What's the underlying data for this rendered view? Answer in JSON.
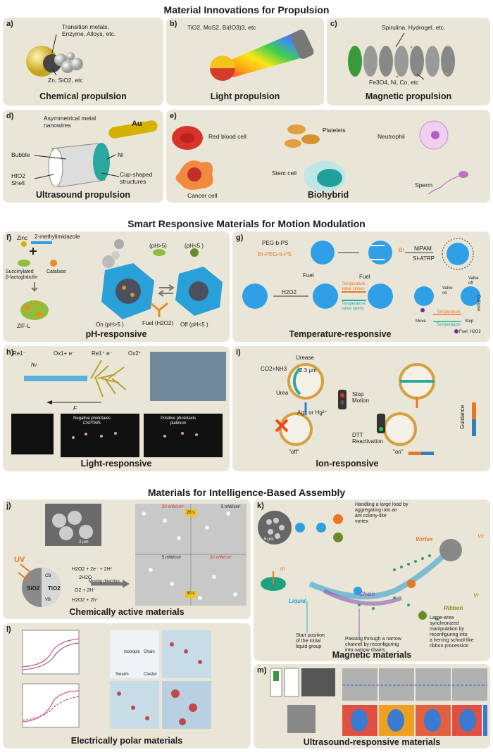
{
  "sections": {
    "propulsion": "Material Innovations for Propulsion",
    "smart": "Smart Responsive Materials for Motion Modulation",
    "assembly": "Materials for Intelligence-Based Assembly"
  },
  "panel_a": {
    "label": "a)",
    "caption": "Chemical propulsion",
    "top_text": "Transition metals,\nEnzyme, Alloys, etc.",
    "bottom_text": "Zn, SiO2, etc"
  },
  "panel_b": {
    "label": "b)",
    "caption": "Light propulsion",
    "top_text": "TiO2, MoS2, Bi(IO3)3, etc"
  },
  "panel_c": {
    "label": "c)",
    "caption": "Magnetic propulsion",
    "top_text": "Spirulina, Hydrogel, etc.",
    "bottom_text": "Fe3O4, Ni, Co, etc"
  },
  "panel_d": {
    "label": "d)",
    "caption": "Ultrasound propulsion",
    "wires": "Asymmetrical metal\nnanowires",
    "au": "Au",
    "bubble": "Bubble",
    "ni": "Ni",
    "hfo2": "HfO2\nShell",
    "cup": "Cup-shaped\nstructures"
  },
  "panel_e": {
    "label": "e)",
    "caption": "Biohybrid",
    "rbc": "Red blood cell",
    "platelets": "Platelets",
    "neutrophil": "Neutrophil",
    "cancer": "Cancer cell",
    "stem": "Stem cell",
    "sperm": "Sperm"
  },
  "panel_f": {
    "label": "f)",
    "caption": "pH-responsive",
    "zinc": "Zinc",
    "mim": "2-methylimidazole",
    "sbl": "Succinylated\nβ-lactoglobulin",
    "catalase": "Catalase",
    "zif": "ZIF-L",
    "ph_hi": "(pH>5)",
    "ph_lo": "(pH<5 )",
    "on": "On (pH>5 )",
    "off": "Off (pH<5 )",
    "fuel": "Fuel (H2O2)"
  },
  "panel_g": {
    "label": "g)",
    "caption": "Temperature-responsive",
    "pegbps": "PEG-b-PS",
    "brpeg": "Br-PEG-b-PS",
    "br": "Br",
    "nipam": "NIPAM",
    "siatrp": "SI-ATRP",
    "fuel": "Fuel",
    "h2o2": "H2O2",
    "closes": "Temperature\nvalve closes",
    "opens": "Temperature\nvalve opens",
    "von": "Valve\non",
    "voff": "Valve\noff",
    "collapse": "Collapse",
    "move": "Move",
    "stop": "Stop",
    "temperature": "Temperature",
    "fuel_h2o2": "Fuel: H2O2"
  },
  "panel_h": {
    "label": "h)",
    "caption": "Light-responsive",
    "re1m": "Re1⁻",
    "ox1": "Ox1+ e⁻",
    "re1p": "Re1⁺ e⁻",
    "ox2": "Ox2⁺",
    "hv": "hv",
    "f": "F",
    "neg": "Negative phototaxis\nCSPTMS",
    "pos": "Positive phototaxis\nplatinum"
  },
  "panel_i": {
    "label": "i)",
    "caption": "Ion-responsive",
    "urease": "Urease",
    "co2": "CO2+NH3",
    "urea": "Urea",
    "size": "2.3 μm",
    "stop": "Stop\nMotion",
    "ag": "Ag⁺ or Hg²⁺",
    "dtt": "DTT\nReactivation",
    "off": "\"off\"",
    "on": "\"on\"",
    "guidance": "Guidance"
  },
  "panel_j": {
    "label": "j)",
    "caption": "Chemically active materials",
    "uv": "UV",
    "sio2": "SiO2",
    "tio2": "TiO2",
    "cb": "CB",
    "vb": "VB",
    "r1": "H2O2 + 2e⁻ + 2H⁺",
    "r2": "2H2O",
    "r3": "O2 + 2H⁺",
    "r4": "H2O2 + 2h⁺",
    "moving": "Moving direction",
    "scale": "2 μm",
    "i1": "30 mW/cm²",
    "i2": "5 mW/cm²",
    "i3": "5 mW/cm²",
    "i4": "30 mW/cm²",
    "t1": "28 s",
    "t2": "30 s"
  },
  "panel_k": {
    "label": "k)",
    "caption": "Magnetic materials",
    "load": "Handling a large load by\naggregating into an\nant colony-like\nvortex",
    "vortex": "Vortex",
    "chain": "Chain",
    "liquid": "Liquid",
    "ribbon": "Ribbon",
    "start": "Start position\nof the initial\nliquid group",
    "passing": "Passing through a narrow\nchannel by reconfiguring\ninto narrow chains",
    "large": "Large-area\nsynchronized\nmanipulation by\nreconfiguring into\na herring school-like\nribbon procession",
    "m": "m",
    "vc": "Vc",
    "vr": "Vr"
  },
  "panel_l": {
    "label": "l)",
    "caption": "Electrically polar materials",
    "isotropic": "Isotropic",
    "chain": "Chain",
    "swarm": "Swarm",
    "cluster": "Cluster"
  },
  "panel_m": {
    "label": "m)",
    "caption": "Ultrasound-responsive materials"
  },
  "colors": {
    "panel": "#e9e6d7",
    "orange": "#e87722",
    "blue": "#2f7fc1",
    "teal": "#2aa8a0"
  }
}
